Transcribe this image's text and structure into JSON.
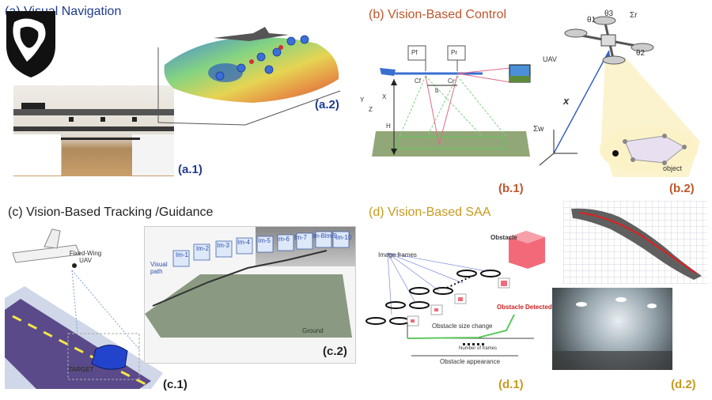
{
  "sections": {
    "a": {
      "title": "(a) Visual Navigation",
      "sub1": "(a.1)",
      "sub2": "(a.2)"
    },
    "b": {
      "title": "(b) Vision-Based Control",
      "sub1": "(b.1)",
      "sub2": "(b.2)"
    },
    "c": {
      "title": "(c) Vision-Based Tracking /Guidance",
      "sub1": "(c.1)",
      "sub2": "(c.2)"
    },
    "d": {
      "title": "(d) Vision-Based SAA",
      "sub1": "(d.1)",
      "sub2": "(d.2)"
    }
  },
  "b1": {
    "cf": "Cf",
    "cr": "Cr",
    "pf": "Pf",
    "pr": "Pr",
    "b": "b",
    "h": "H",
    "y": "Y",
    "x": "X",
    "z": "Z"
  },
  "b2": {
    "uav": "UAV",
    "x": "x",
    "object": "object",
    "sigma_w": "Σw",
    "sigma_r": "Σr",
    "theta1": "θ1",
    "theta2": "θ2",
    "theta3": "θ3"
  },
  "c1": {
    "uav_label": "Fixed-Wing UAV",
    "target": "TARGET"
  },
  "c2": {
    "path": "Visual path",
    "ground": "Ground",
    "frames": [
      "Im-1",
      "Im-2",
      "Im-3",
      "Im-4",
      "Im-5",
      "Im-6",
      "Im-7",
      "Im-8",
      "Im-9",
      "Im-10"
    ]
  },
  "d1": {
    "obstacle": "Obstacle",
    "image_frames": "Image frames",
    "detected": "Obstacle Detected",
    "size_change": "Obstacle size change",
    "appearance": "Obstacle appearance",
    "num_frames": "Number of frames"
  },
  "colors": {
    "blue": "#1f3b8f",
    "orange": "#c0562a",
    "gold": "#c79a1f",
    "dark": "#222222",
    "red": "#cc2222"
  }
}
